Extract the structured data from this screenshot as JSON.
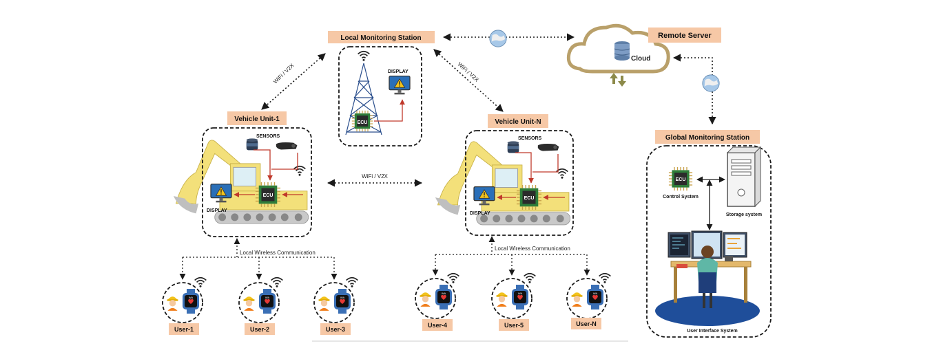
{
  "colors": {
    "label_bg": "#F6C8A6",
    "excavator": "#F3E07A",
    "ecu_green": "#2F7D3A",
    "ecu_chip": "#2B2B2B",
    "watch": "#3A6FB5",
    "arrow": "#C0392B",
    "cloud_border": "#B9A06A",
    "floor_blue": "#1F4E9A",
    "desk": "#E3B86B",
    "dashed": "#1A1A1A"
  },
  "labels": {
    "local_station": "Local Monitoring Station",
    "remote_server": "Remote Server",
    "cloud": "Cloud",
    "vehicle1": "Vehicle Unit-1",
    "vehicleN": "Vehicle Unit-N",
    "global_station": "Global Monitoring Station",
    "sensors": "SENSORS",
    "display": "DISPLAY",
    "ecu": "ECU",
    "wifi_v2x_left": "WiFi / V2X",
    "wifi_v2x_right": "WiFi / V2X",
    "wifi_v2x_mid": "WiFi / V2X",
    "local_wireless": "Local Wireless Communication",
    "control_system": "Control System",
    "storage_system": "Storage system",
    "user_interface": "User Interface System",
    "watch_text": "WA"
  },
  "users": [
    "User-1",
    "User-2",
    "User-3",
    "User-4",
    "User-5",
    "User-N"
  ],
  "icons": [
    "wifi-icon",
    "globe-icon",
    "cloud-icon",
    "database-icon",
    "tower-icon",
    "monitor-warning-icon",
    "lidar-sensor-icon",
    "camera-sensor-icon",
    "excavator-icon",
    "ecu-chip-icon",
    "worker-icon",
    "smartwatch-icon",
    "server-tower-icon",
    "operator-workstation-icon"
  ]
}
